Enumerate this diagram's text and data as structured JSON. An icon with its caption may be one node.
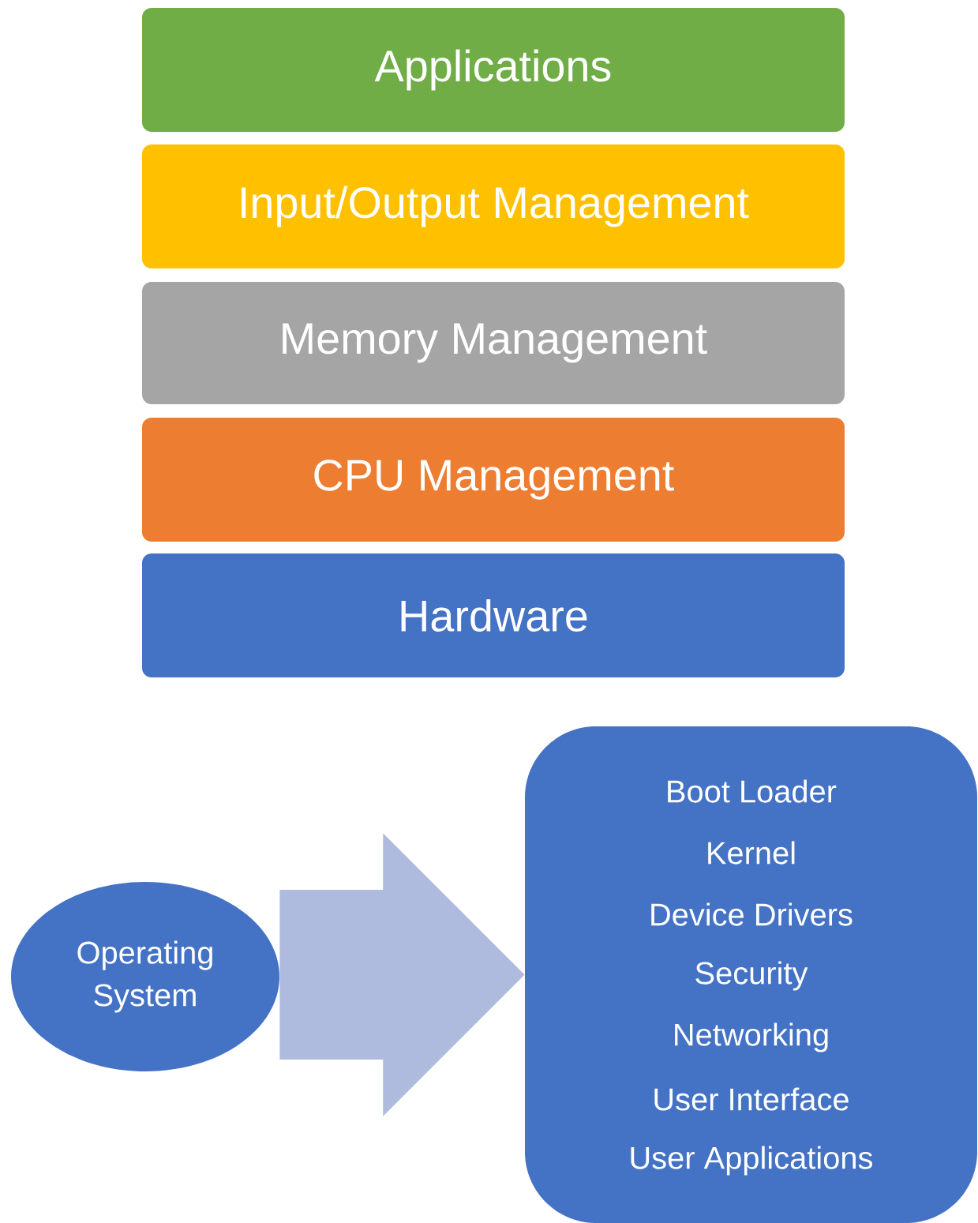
{
  "diagram": {
    "nodes": [
      {
        "text": [
          "Applications"
        ]
      },
      {
        "text": [
          "Input/Output Management"
        ]
      },
      {
        "text": [
          "Memory Management"
        ]
      },
      {
        "text": [
          "CPU Management"
        ]
      },
      {
        "text": [
          "Hardware"
        ]
      },
      {
        "text": [
          "Operating System"
        ]
      },
      {
        "text": [
          "Boot Loader",
          "Kernel",
          "Device Drivers",
          "Security",
          "Networking",
          "User Interface",
          "User Applications"
        ]
      }
    ],
    "edges": [
      {
        "from": 5,
        "to": 6,
        "arrow": "to"
      }
    ]
  }
}
